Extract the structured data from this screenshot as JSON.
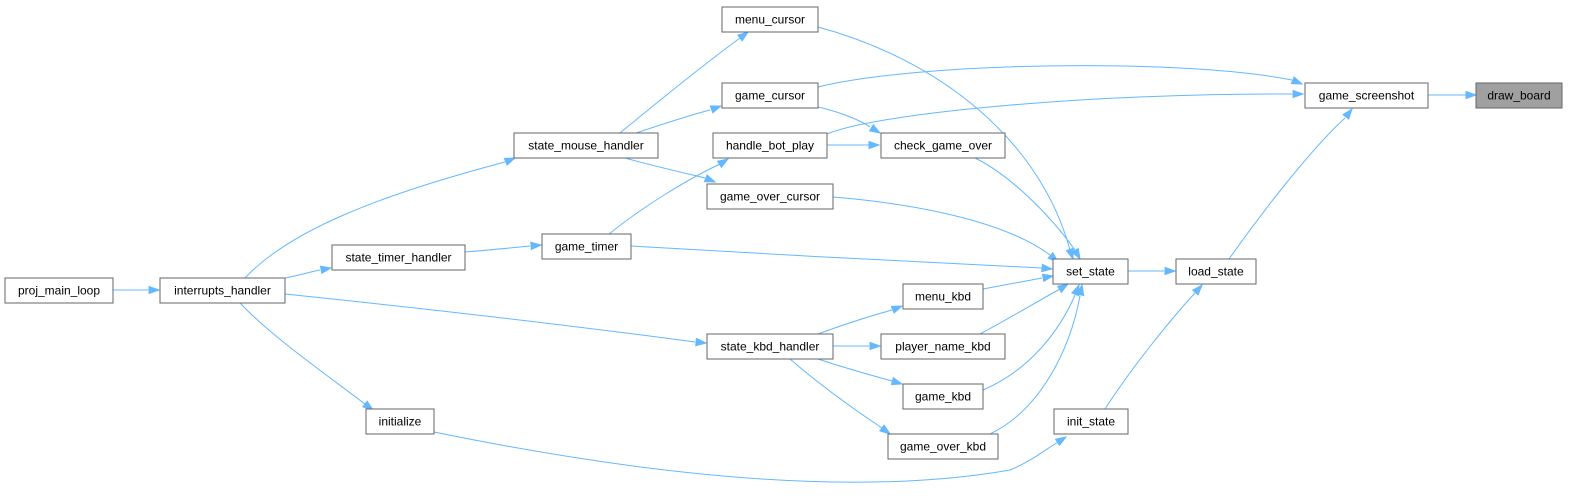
{
  "graph": {
    "title": "",
    "edge_color": "#63b8ff",
    "highlight_color": "#a0a0a0",
    "nodes": [
      {
        "id": "draw_board",
        "label": "draw_board",
        "highlight": true
      },
      {
        "id": "game_screenshot",
        "label": "game_screenshot"
      },
      {
        "id": "menu_cursor",
        "label": "menu_cursor"
      },
      {
        "id": "game_cursor",
        "label": "game_cursor"
      },
      {
        "id": "state_mouse_handler",
        "label": "state_mouse_handler"
      },
      {
        "id": "handle_bot_play",
        "label": "handle_bot_play"
      },
      {
        "id": "check_game_over",
        "label": "check_game_over"
      },
      {
        "id": "game_over_cursor",
        "label": "game_over_cursor"
      },
      {
        "id": "game_timer",
        "label": "game_timer"
      },
      {
        "id": "state_timer_handler",
        "label": "state_timer_handler"
      },
      {
        "id": "proj_main_loop",
        "label": "proj_main_loop"
      },
      {
        "id": "interrupts_handler",
        "label": "interrupts_handler"
      },
      {
        "id": "set_state",
        "label": "set_state"
      },
      {
        "id": "load_state",
        "label": "load_state"
      },
      {
        "id": "menu_kbd",
        "label": "menu_kbd"
      },
      {
        "id": "state_kbd_handler",
        "label": "state_kbd_handler"
      },
      {
        "id": "player_name_kbd",
        "label": "player_name_kbd"
      },
      {
        "id": "game_kbd",
        "label": "game_kbd"
      },
      {
        "id": "initialize",
        "label": "initialize"
      },
      {
        "id": "init_state",
        "label": "init_state"
      },
      {
        "id": "game_over_kbd",
        "label": "game_over_kbd"
      }
    ],
    "edges": [
      {
        "from": "game_screenshot",
        "to": "draw_board"
      },
      {
        "from": "menu_cursor",
        "to": "set_state"
      },
      {
        "from": "game_cursor",
        "to": "game_screenshot"
      },
      {
        "from": "game_cursor",
        "to": "check_game_over"
      },
      {
        "from": "handle_bot_play",
        "to": "game_screenshot"
      },
      {
        "from": "handle_bot_play",
        "to": "check_game_over"
      },
      {
        "from": "check_game_over",
        "to": "set_state"
      },
      {
        "from": "state_mouse_handler",
        "to": "menu_cursor"
      },
      {
        "from": "state_mouse_handler",
        "to": "game_cursor"
      },
      {
        "from": "state_mouse_handler",
        "to": "game_over_cursor"
      },
      {
        "from": "game_over_cursor",
        "to": "set_state"
      },
      {
        "from": "game_timer",
        "to": "handle_bot_play"
      },
      {
        "from": "game_timer",
        "to": "set_state"
      },
      {
        "from": "state_timer_handler",
        "to": "game_timer"
      },
      {
        "from": "interrupts_handler",
        "to": "state_mouse_handler"
      },
      {
        "from": "interrupts_handler",
        "to": "state_timer_handler"
      },
      {
        "from": "interrupts_handler",
        "to": "state_kbd_handler"
      },
      {
        "from": "interrupts_handler",
        "to": "initialize"
      },
      {
        "from": "proj_main_loop",
        "to": "interrupts_handler"
      },
      {
        "from": "set_state",
        "to": "load_state"
      },
      {
        "from": "load_state",
        "to": "game_screenshot"
      },
      {
        "from": "menu_kbd",
        "to": "set_state"
      },
      {
        "from": "state_kbd_handler",
        "to": "menu_kbd"
      },
      {
        "from": "state_kbd_handler",
        "to": "player_name_kbd"
      },
      {
        "from": "state_kbd_handler",
        "to": "game_kbd"
      },
      {
        "from": "state_kbd_handler",
        "to": "game_over_kbd"
      },
      {
        "from": "player_name_kbd",
        "to": "set_state"
      },
      {
        "from": "game_kbd",
        "to": "set_state"
      },
      {
        "from": "game_over_kbd",
        "to": "set_state"
      },
      {
        "from": "init_state",
        "to": "load_state"
      },
      {
        "from": "initialize",
        "to": "init_state"
      }
    ]
  }
}
